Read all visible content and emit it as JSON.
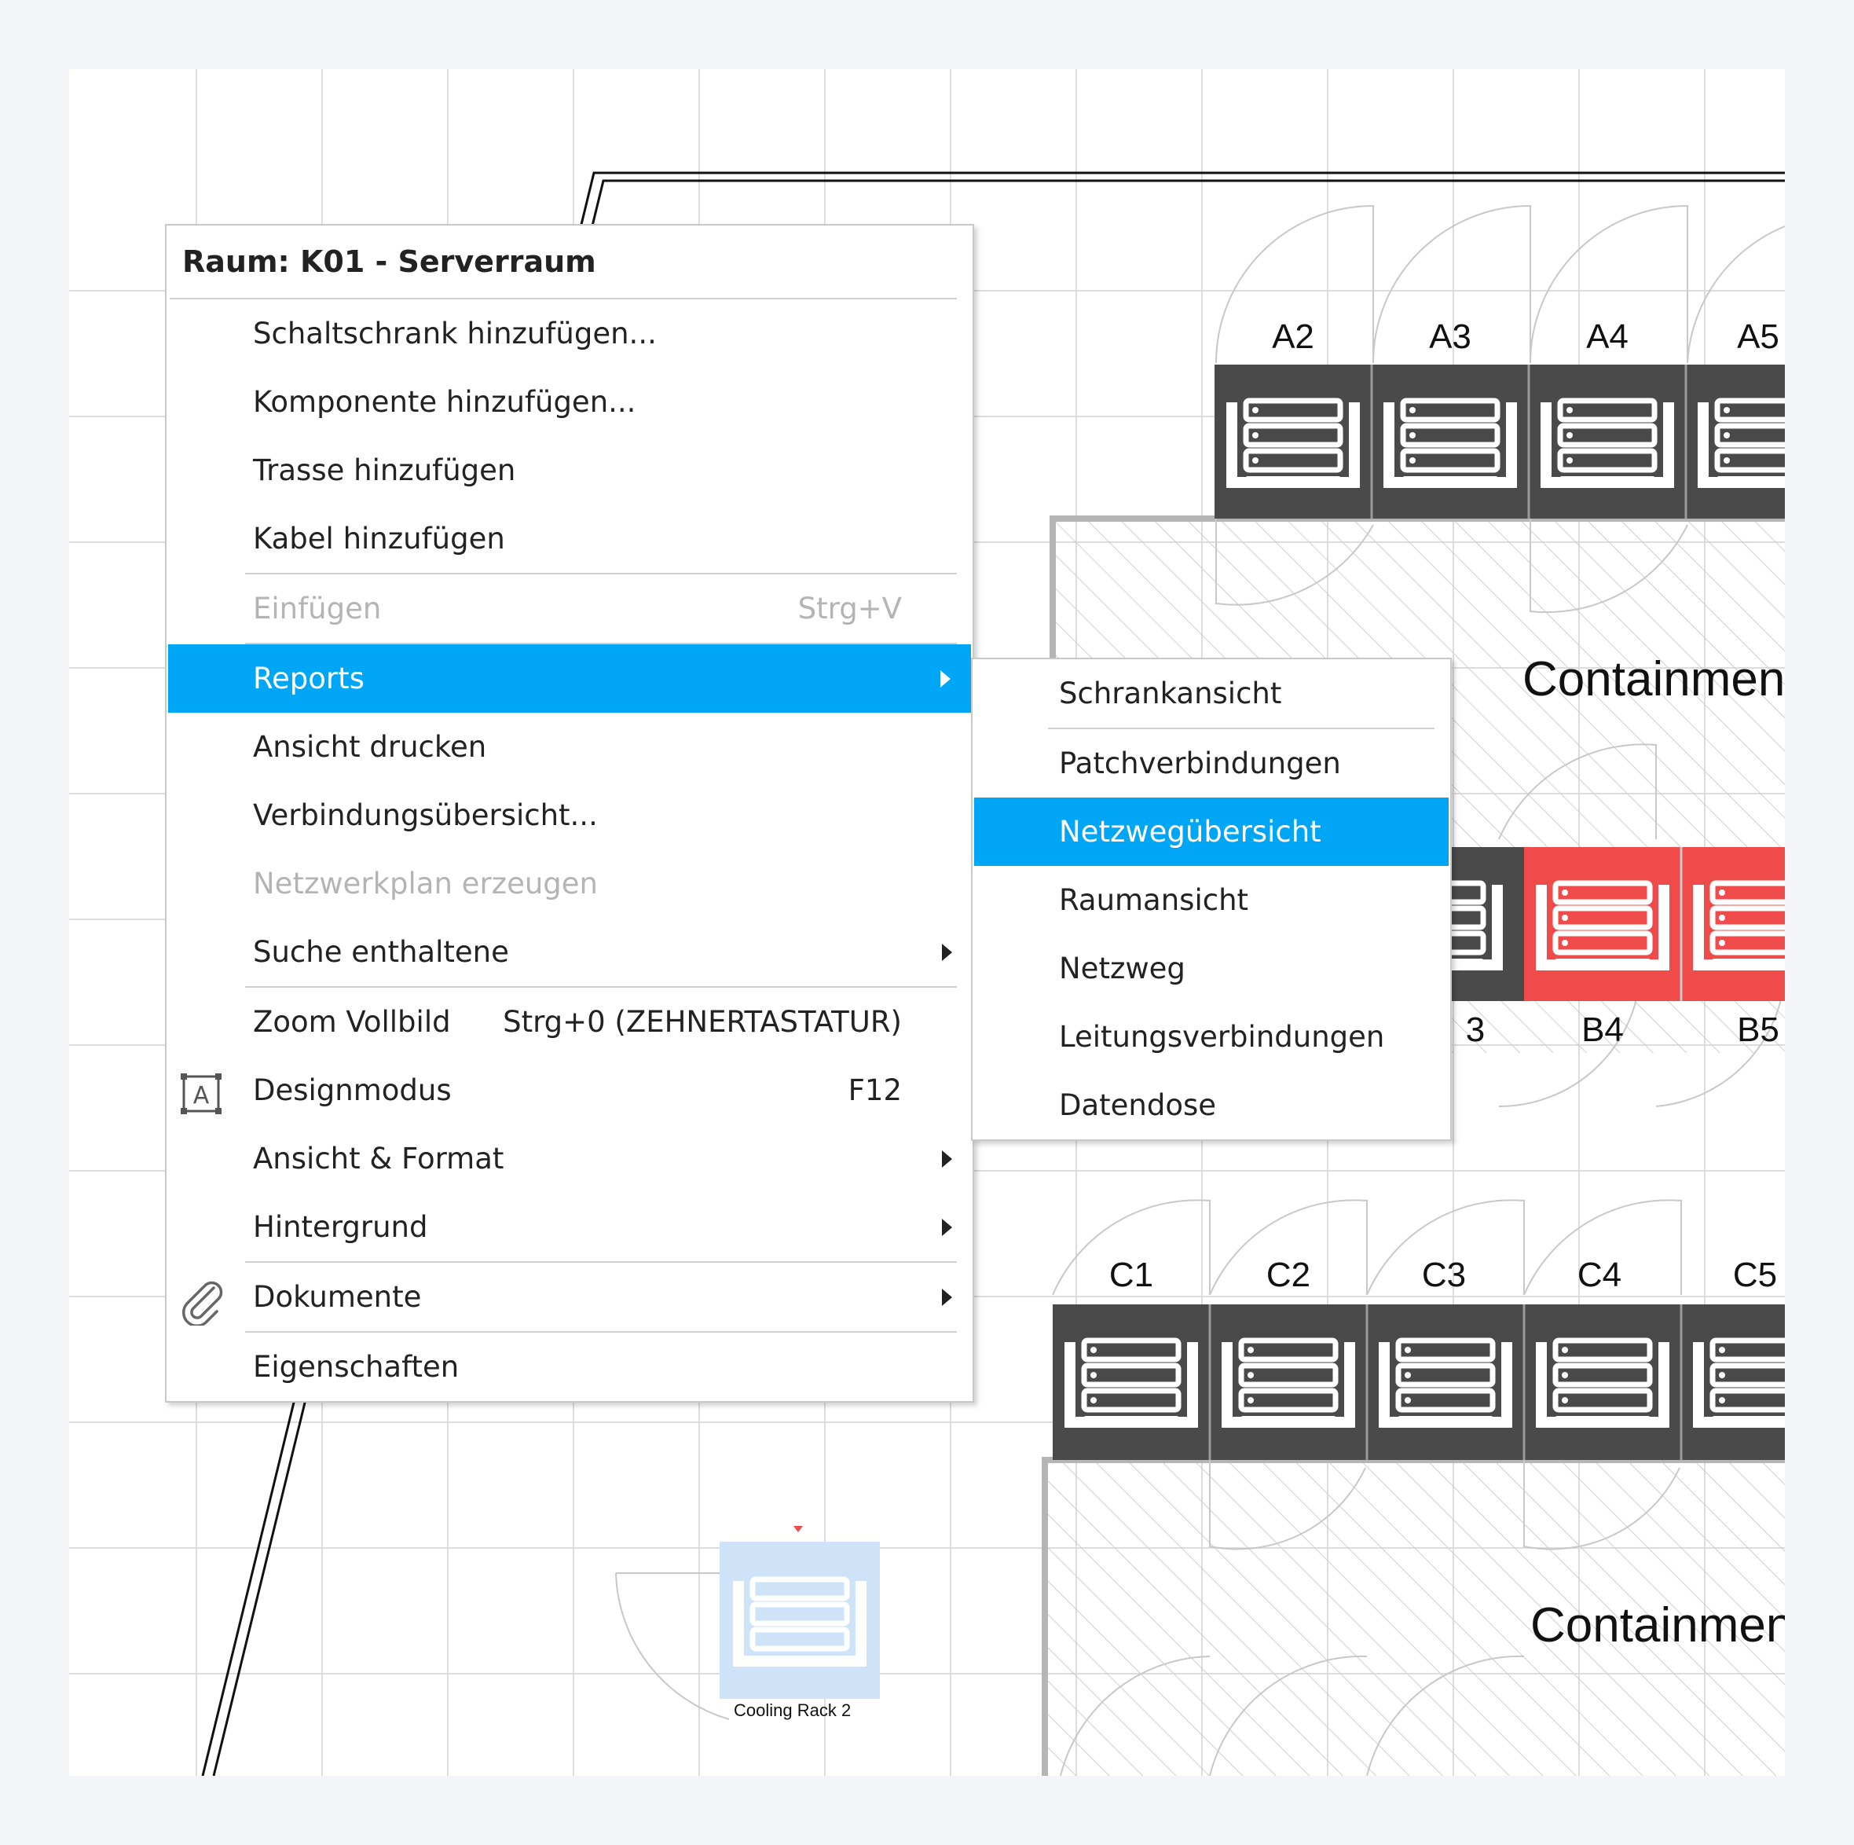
{
  "floorplan": {
    "rows": [
      {
        "row": "A",
        "racks": [
          "A2",
          "A3",
          "A4",
          "A5"
        ]
      },
      {
        "row": "B",
        "racks": [
          "3",
          "B4",
          "B5"
        ]
      },
      {
        "row": "C",
        "racks": [
          "C1",
          "C2",
          "C3",
          "C4",
          "C5"
        ]
      }
    ],
    "containment_labels": [
      "Containmen",
      "Containmen"
    ],
    "cooling_rack_label": "Cooling Rack 2",
    "colors": {
      "rack_dark": "#4a4a4a",
      "rack_alert": "#f04b4b",
      "cooling_rack": "#cfe3f8",
      "grid": "#d9d9d9",
      "menu_highlight": "#00a6f6"
    }
  },
  "context_menu": {
    "title": "Raum: K01 - Serverraum",
    "items": [
      {
        "label": "Schaltschrank hinzufügen..."
      },
      {
        "label": "Komponente hinzufügen..."
      },
      {
        "label": "Trasse hinzufügen"
      },
      {
        "label": "Kabel hinzufügen"
      },
      {
        "label": "Einfügen",
        "shortcut": "Strg+V",
        "disabled": true
      },
      {
        "label": "Reports",
        "submenu": true,
        "active": true
      },
      {
        "label": "Ansicht drucken"
      },
      {
        "label": "Verbindungsübersicht..."
      },
      {
        "label": "Netzwerkplan erzeugen",
        "disabled": true
      },
      {
        "label": "Suche enthaltene",
        "submenu": true
      },
      {
        "label": "Zoom Vollbild",
        "shortcut": "Strg+0 (ZEHNERTASTATUR)"
      },
      {
        "label": "Designmodus",
        "shortcut": "F12",
        "icon": "design-mode-icon"
      },
      {
        "label": "Ansicht & Format",
        "submenu": true
      },
      {
        "label": "Hintergrund",
        "submenu": true
      },
      {
        "label": "Dokumente",
        "submenu": true,
        "icon": "paperclip-icon"
      },
      {
        "label": "Eigenschaften"
      }
    ]
  },
  "reports_submenu": {
    "items": [
      {
        "label": "Schrankansicht"
      },
      {
        "label": "Patchverbindungen"
      },
      {
        "label": "Netzwegübersicht",
        "active": true
      },
      {
        "label": "Raumansicht"
      },
      {
        "label": "Netzweg"
      },
      {
        "label": "Leitungsverbindungen"
      },
      {
        "label": "Datendose"
      }
    ]
  }
}
